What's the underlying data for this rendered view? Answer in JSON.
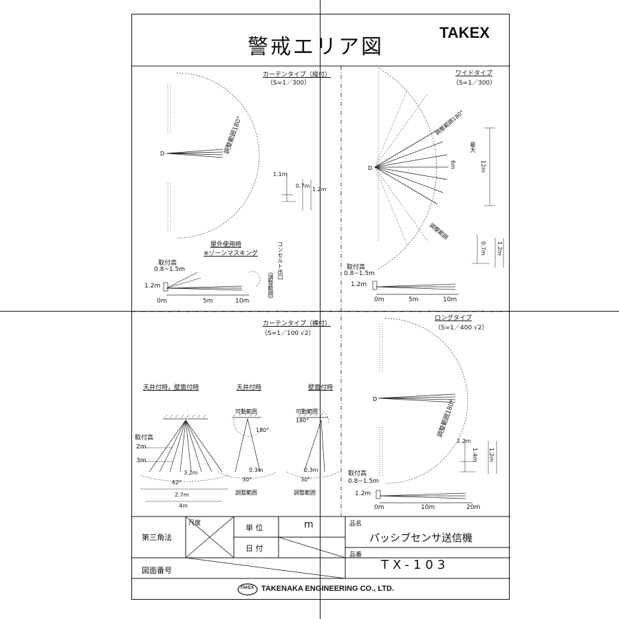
{
  "title": "警戒エリア図",
  "brand": "TAKEX",
  "panels": {
    "curtain_vertical": {
      "heading": "カーテンタイプ（縦付）",
      "scale": "（S=1／300）",
      "adjust_label": "調整範囲180°",
      "dims": [
        "1.1m",
        "0.7m",
        "1.2m"
      ],
      "outdoor_heading": "屋外使用時",
      "zone_masking": "※ゾーンマスキング",
      "mount_height_label": "取付高",
      "mount_height_range": "0.8~1.5m",
      "height": "1.2m",
      "distances": [
        "0m",
        "5m",
        "10m"
      ],
      "side_note": "（調整範囲）",
      "side_note2": "コンセルト出口"
    },
    "wide": {
      "heading": "ワイドタイプ",
      "scale": "（S=1／300）",
      "labels": [
        "調整範囲180°",
        "調整範囲",
        "最大",
        "6m",
        "12m"
      ],
      "mount_height_label": "取付高",
      "mount_height_range": "0.8~1.5m",
      "height": "1.2m",
      "distances": [
        "0m",
        "5m",
        "10m"
      ],
      "dims": [
        "0.7m",
        "1.2m"
      ]
    },
    "curtain_horizontal": {
      "heading": "カーテンタイプ（横付）",
      "scale": "（S=1／100 √2）",
      "sub1": "天井付時，壁面付時",
      "sub2": "天井付時",
      "sub3": "壁面付時",
      "mount_height_label": "取付高",
      "heights": [
        "2m",
        "3m"
      ],
      "angles": [
        "62°",
        "180°",
        "180°",
        "30°",
        "30°"
      ],
      "dims": [
        "3.2m",
        "2.7m",
        "4m",
        "0.3m",
        "0.3m"
      ],
      "range_labels": [
        "可動範囲",
        "可動範囲",
        "調整範囲",
        "調整範囲"
      ]
    },
    "long": {
      "heading": "ロングタイプ",
      "scale": "（S=1／400 √2）",
      "adjust_label": "調整範囲180°",
      "dims": [
        "2.2m",
        "1.4m",
        "1.2m"
      ],
      "mount_height_label": "取付高",
      "mount_height_range": "0.8~1.5m",
      "height": "1.2m",
      "distances": [
        "0m",
        "10m",
        "20m"
      ]
    }
  },
  "title_block": {
    "projection": "第三角法",
    "scale_label": "尺度",
    "unit_label": "単 位",
    "unit_value": "m",
    "date_label": "日 付",
    "drawing_no_label": "図面番号",
    "product_name_label": "品名",
    "product_name": "パッシブセンサ送信機",
    "part_no_label": "品番",
    "part_no": "TX-103",
    "company": "TAKENAKA ENGINEERING CO., LTD.",
    "company_logo": "TAKEX"
  }
}
